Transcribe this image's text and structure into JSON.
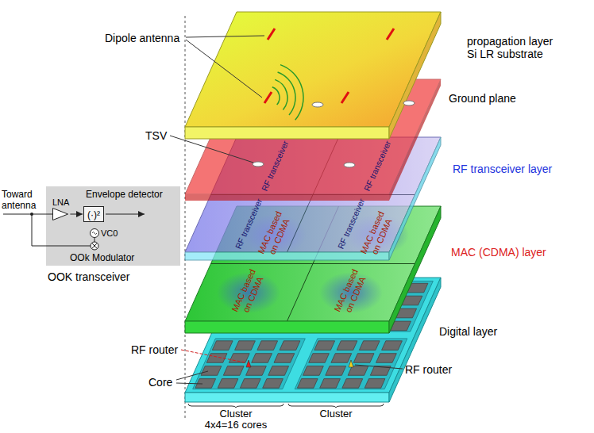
{
  "diagram": {
    "nodes": [
      {
        "text": [
          "Envelope detector",
          "OOk Modulator",
          "OOK transceiver"
        ]
      },
      {
        "text": [
          "LNA"
        ],
        "in": 0
      },
      {
        "text": [
          "(·)²"
        ],
        "in": 0
      },
      {
        "text": [
          "VC0"
        ],
        "in": 0
      }
    ],
    "edges": [
      {
        "from": 1,
        "to": 2,
        "arrow": "to"
      }
    ],
    "labels": [
      "Dipole antenna",
      "propagation layer Si LR substrate",
      "Ground plane",
      "TSV",
      "RF transceiver layer",
      "MAC (CDMA) layer",
      "Digital layer",
      "RF router",
      "RF router",
      "Core",
      "Cluster",
      "4x4=16 cores",
      "Cluster",
      "Toward antenna",
      "RF transceiver",
      "RF transceiver",
      "RF transceiver",
      "RF transceiver",
      "MAC based on CDMA",
      "MAC based on CDMA",
      "MAC based on CDMA",
      "MAC based on CDMA"
    ]
  }
}
